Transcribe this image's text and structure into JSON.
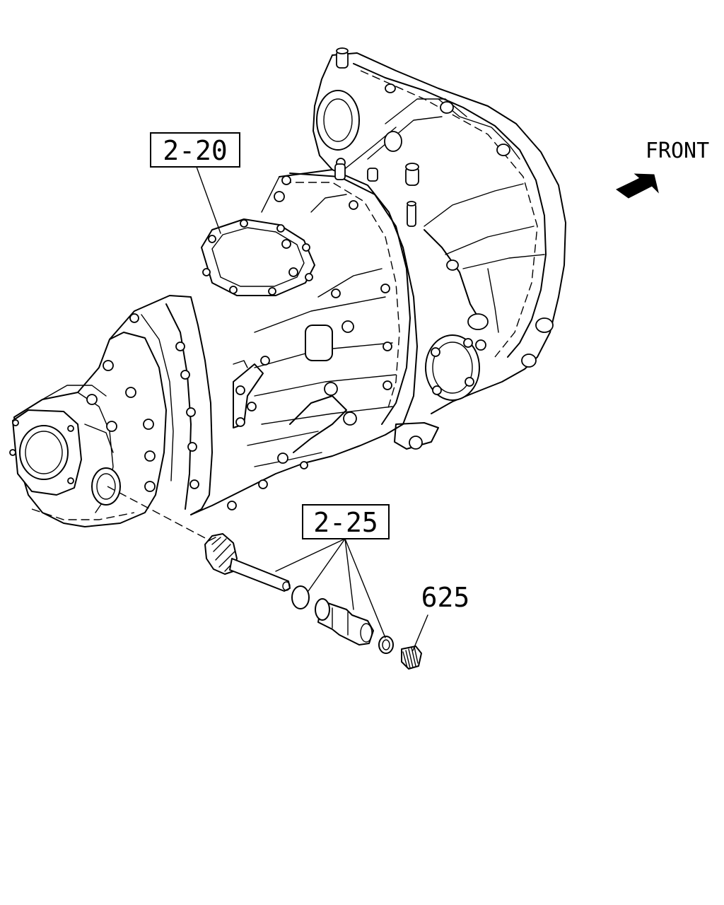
{
  "callouts": {
    "ref_2_20": "2-20",
    "ref_2_25": "2-25",
    "part_625": "625"
  },
  "orientation": {
    "label": "FRONT",
    "icon": "arrow-icon"
  },
  "colors": {
    "line": "#000000",
    "background": "#ffffff"
  }
}
